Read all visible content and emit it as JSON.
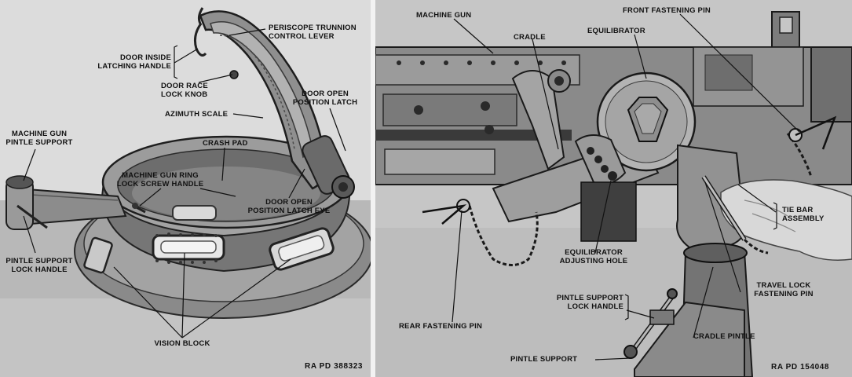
{
  "left_figure": {
    "labels": {
      "periscope_lever": [
        "PERISCOPE TRUNNION",
        "CONTROL LEVER"
      ],
      "door_inside_handle": [
        "DOOR INSIDE",
        "LATCHING HANDLE"
      ],
      "door_race_knob": [
        "DOOR RACE",
        "LOCK KNOB"
      ],
      "door_open_latch": [
        "DOOR OPEN",
        "POSITION LATCH"
      ],
      "azimuth_scale": "AZIMUTH SCALE",
      "crash_pad": "CRASH PAD",
      "mg_pintle_support": [
        "MACHINE GUN",
        "PINTLE SUPPORT"
      ],
      "mg_ring_lock": [
        "MACHINE GUN RING",
        "LOCK SCREW HANDLE"
      ],
      "door_latch_eye": [
        "DOOR OPEN",
        "POSITION LATCH EYE"
      ],
      "pintle_lock_handle": [
        "PINTLE SUPPORT",
        "LOCK HANDLE"
      ],
      "vision_block": "VISION BLOCK"
    },
    "ref_number": "RA PD 388323"
  },
  "right_figure": {
    "labels": {
      "machine_gun": "MACHINE GUN",
      "cradle": "CRADLE",
      "equilibrator": "EQUILIBRATOR",
      "front_fastening_pin": "FRONT FASTENING PIN",
      "tie_bar": [
        "TIE BAR",
        "ASSEMBLY"
      ],
      "equilibrator_hole": [
        "EQUILIBRATOR",
        "ADJUSTING HOLE"
      ],
      "travel_lock_pin": [
        "TRAVEL LOCK",
        "FASTENING PIN"
      ],
      "pintle_lock_handle": [
        "PINTLE SUPPORT",
        "LOCK HANDLE"
      ],
      "rear_fastening_pin": "REAR FASTENING PIN",
      "cradle_pintle": "CRADLE PINTLE",
      "pintle_support": "PINTLE SUPPORT"
    },
    "ref_number": "RA PD 154048"
  }
}
